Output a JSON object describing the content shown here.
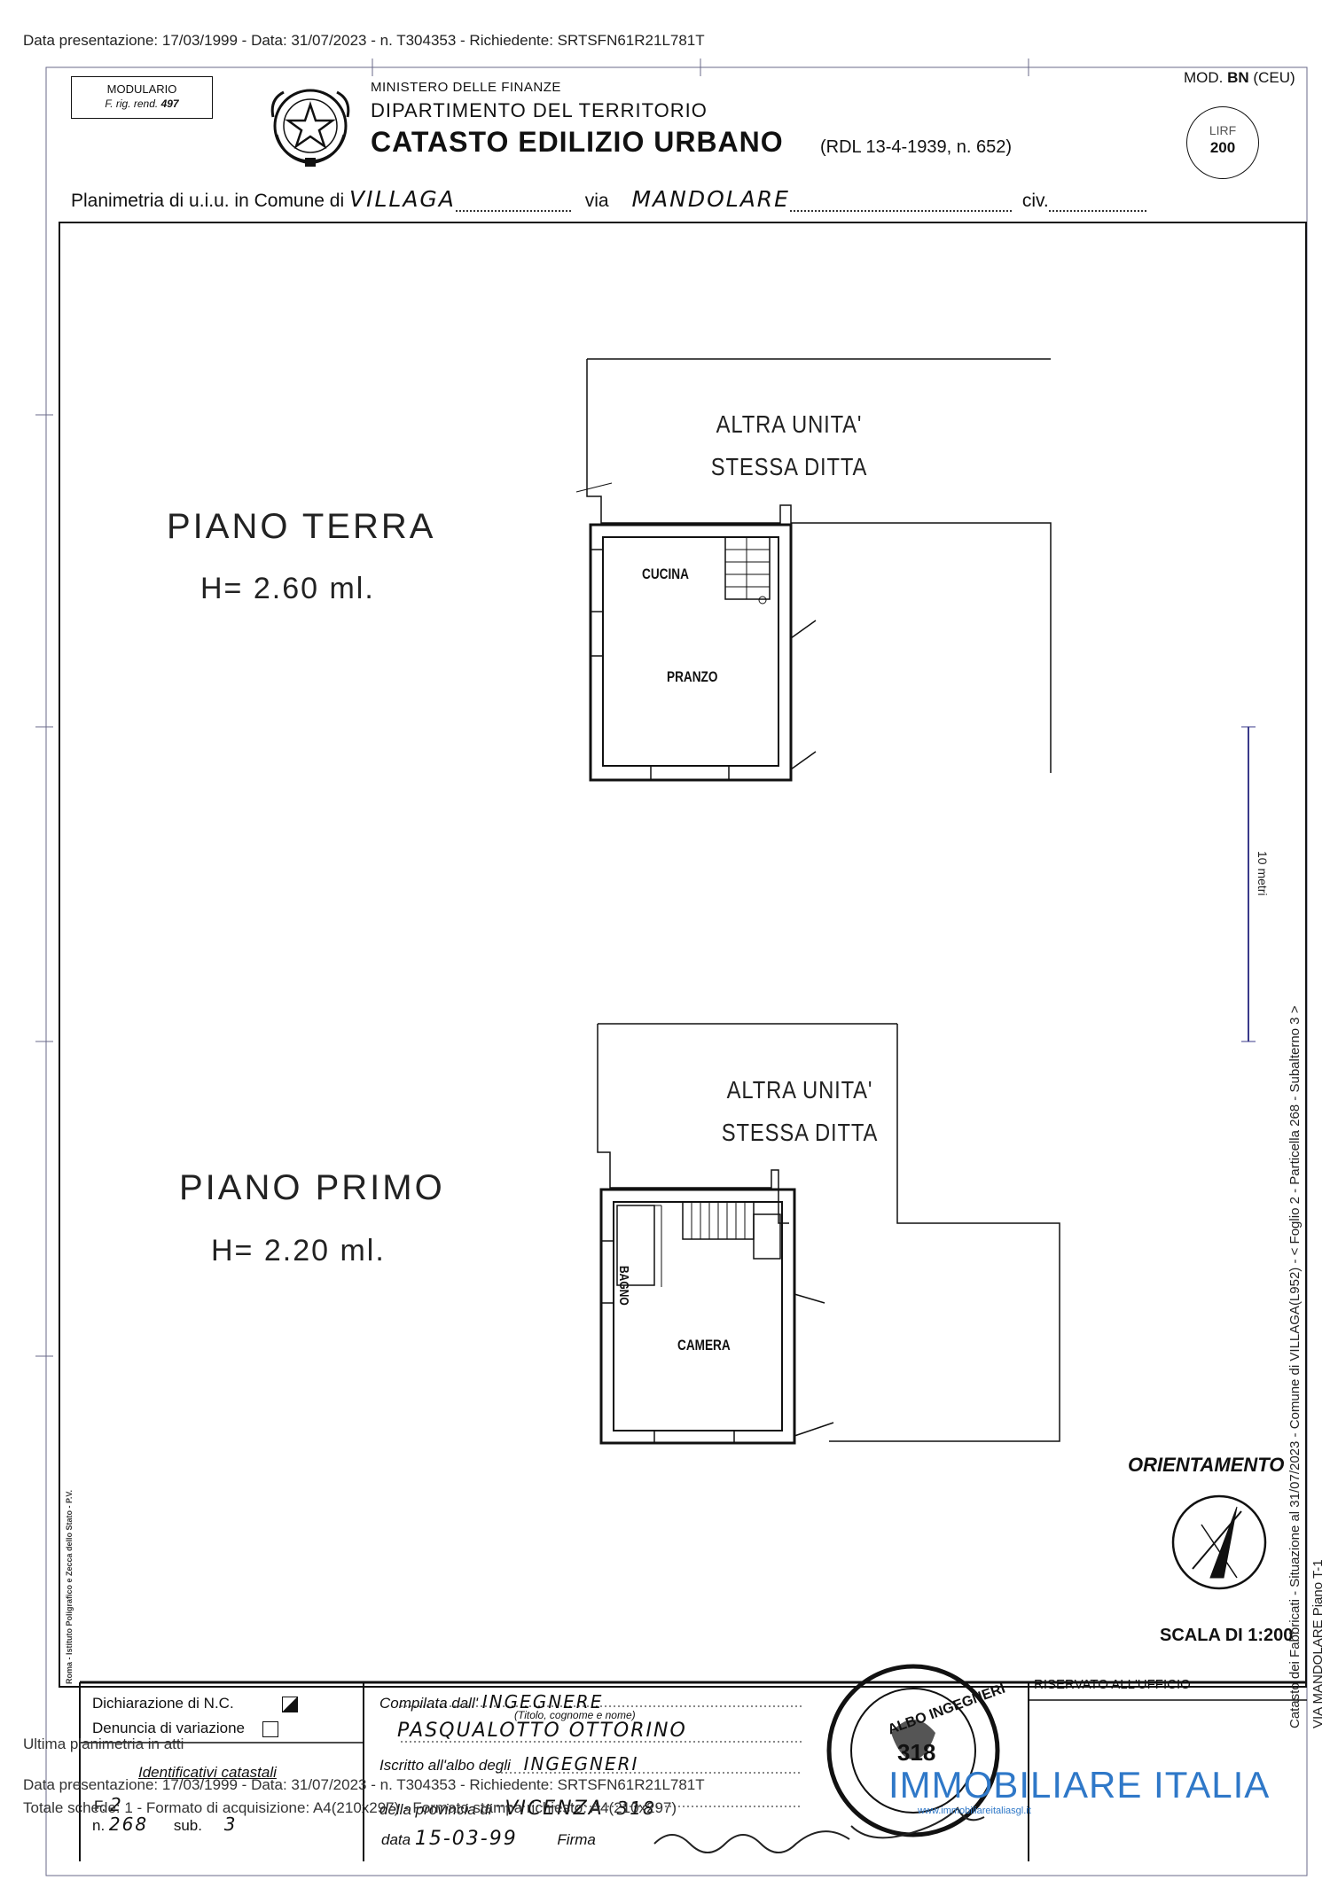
{
  "header": {
    "presentation_line": "Data presentazione: 17/03/1999 - Data: 31/07/2023 - n. T304353 - Richiedente: SRTSFN61R21L781T"
  },
  "form": {
    "modulario_l1": "MODULARIO",
    "modulario_l2": "F. rig. rend.",
    "modulario_num": "497",
    "ministry": "MINISTERO DELLE FINANZE",
    "department": "DIPARTIMENTO DEL TERRITORIO",
    "title": "CATASTO EDILIZIO URBANO",
    "law_ref": "(RDL 13-4-1939, n. 652)",
    "mod_prefix": "MOD.",
    "mod_code": "BN",
    "mod_suffix": "(CEU)",
    "lirf_l1": "LIRF",
    "lirf_l2": "200"
  },
  "address": {
    "prefix": "Planimetria di u.i.u. in Comune di",
    "comune": "VILLAGA",
    "via_label": "via",
    "via": "MANDOLARE",
    "civ_label": "civ."
  },
  "floors": [
    {
      "title": "PIANO TERRA",
      "height": "H= 2.60 ml.",
      "other_unit_l1": "ALTRA UNITA'",
      "other_unit_l2": "STESSA DITTA",
      "rooms": [
        "CUCINA",
        "PRANZO"
      ]
    },
    {
      "title": "PIANO PRIMO",
      "height": "H= 2.20 ml.",
      "other_unit_l1": "ALTRA UNITA'",
      "other_unit_l2": "STESSA DITTA",
      "rooms": [
        "BAGNO",
        "CAMERA"
      ]
    }
  ],
  "meters_label": "10 metri",
  "orientation_label": "ORIENTAMENTO",
  "scale_label": "SCALA DI 1:200",
  "side_text_1": "Catasto dei Fabbricati - Situazione al 31/07/2023 - Comune di VILLAGA(L952) - < Foglio 2 - Particella 268 - Subalterno 3 >",
  "side_text_2": "VIA MANDOLARE Piano T-1",
  "printer_text": "Roma - Istituto Poligrafico e Zecca dello Stato - P.V.",
  "footer": {
    "declaration_nc": "Dichiarazione di N.C.",
    "denuncia_variazione": "Denuncia di variazione",
    "identificativi": "Identificativi catastali",
    "foglio_label": "F.",
    "foglio": "2",
    "numero_label": "n.",
    "numero": "268",
    "sub_label": "sub.",
    "sub": "3",
    "compilata_label": "Compilata dall'",
    "compilata_value": "INGEGNERE",
    "titolo_hint": "(Titolo, cognome e nome)",
    "author": "PASQUALOTTO OTTORINO",
    "iscritto_label": "Iscritto all'albo degli",
    "iscritto_value": "INGEGNERI",
    "provincia_label": "della provincia di",
    "provincia_value": "VICENZA",
    "provincia_num": "318",
    "data_label": "data",
    "data_value": "15-03-99",
    "firma_label": "Firma",
    "reserved": "RISERVATO ALL'UFFICIO",
    "ultima": "Ultima planimetria in atti",
    "presentation_line": "Data presentazione: 17/03/1999 - Data: 31/07/2023 - n. T304353 - Richiedente: SRTSFN61R21L781T",
    "totale_line": "Totale schede: 1 - Formato di acquisizione: A4(210x297) - Formato stampa richiesto: A4(210x297)"
  },
  "stamp": {
    "text": "ALBO INGEGNERI",
    "number": "318"
  },
  "watermark": {
    "brand": "IMMOBILIARE ITALIA",
    "url": "www.immobiliareitaliasgl.it"
  }
}
